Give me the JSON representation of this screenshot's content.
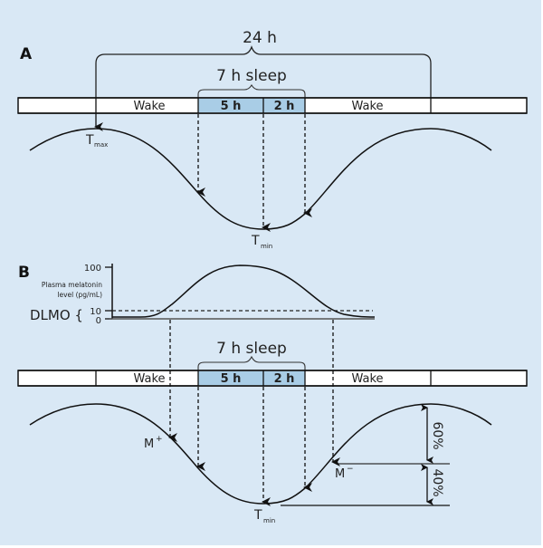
{
  "colors": {
    "background": "#d9e8f5",
    "bar_white": "#ffffff",
    "sleep_fill": "#a9cde6",
    "line": "#111111"
  },
  "panel_a": {
    "label": "A",
    "period_label": "24 h",
    "sleep_label": "7 h sleep",
    "segments": [
      "Wake",
      "5 h",
      "2 h",
      "Wake"
    ],
    "tmax_label": "T",
    "tmax_sub": "max",
    "tmin_label": "T",
    "tmin_sub": "min"
  },
  "panel_b": {
    "label": "B",
    "melatonin_axis": {
      "ylabel_line1": "Plasma melatonin",
      "ylabel_line2": "level (pg/mL)",
      "ticks": [
        "100",
        "10",
        "0"
      ],
      "dlmo_label": "DLMO {"
    },
    "sleep_label": "7 h sleep",
    "segments": [
      "Wake",
      "5 h",
      "2 h",
      "Wake"
    ],
    "mplus_label": "M",
    "mplus_sup": "+",
    "mminus_label": "M",
    "mminus_sup": "−",
    "tmin_label": "T",
    "tmin_sub": "min",
    "upper_pct": "60%",
    "lower_pct": "40%"
  }
}
